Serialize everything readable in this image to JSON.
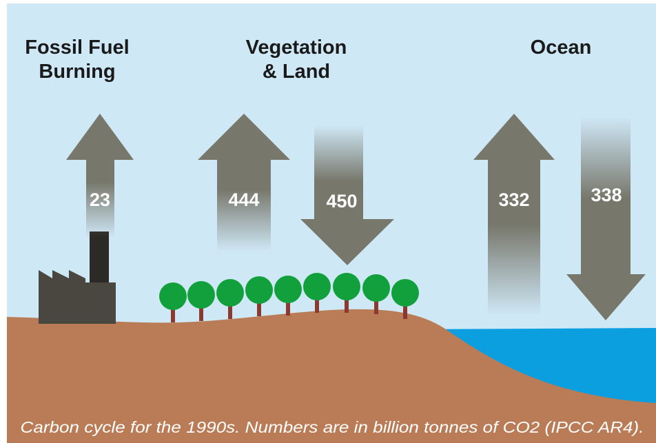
{
  "headings": {
    "fossil_line1": "Fossil Fuel",
    "fossil_line2": "Burning",
    "veg_line1": "Vegetation",
    "veg_line2": "& Land",
    "ocean": "Ocean"
  },
  "flows": {
    "fossil_up": "23",
    "veg_up": "444",
    "veg_down": "450",
    "ocean_up": "332",
    "ocean_down": "338"
  },
  "caption": "Carbon cycle for the 1990s. Numbers are in billion tonnes of CO2 (IPCC AR4).",
  "colors": {
    "sky": "#cfe8f6",
    "ground": "#b97c56",
    "ocean": "#0b9fe0",
    "arrow": "#7a7a6e",
    "tree_crown": "#12a03c",
    "tree_trunk": "#8c3a30",
    "factory": "#4a4640",
    "chimney": "#2c2a26"
  }
}
